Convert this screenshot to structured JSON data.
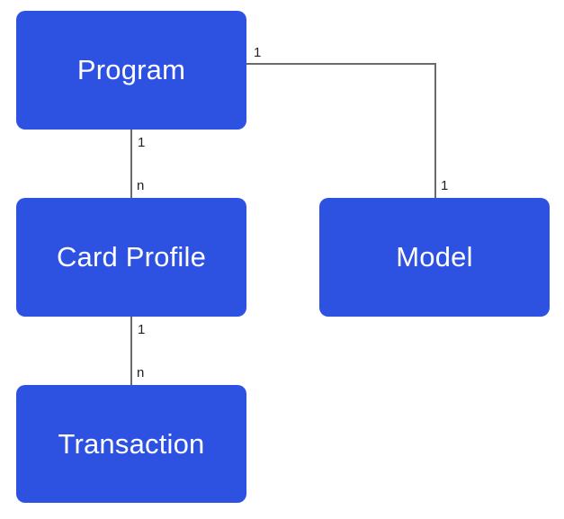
{
  "diagram": {
    "entities": {
      "program": "Program",
      "card_profile": "Card Profile",
      "transaction": "Transaction",
      "model": "Model"
    },
    "relationships": [
      {
        "from": "Program",
        "to": "Model",
        "from_cardinality": "1",
        "to_cardinality": "1"
      },
      {
        "from": "Program",
        "to": "Card Profile",
        "from_cardinality": "1",
        "to_cardinality": "n"
      },
      {
        "from": "Card Profile",
        "to": "Transaction",
        "from_cardinality": "1",
        "to_cardinality": "n"
      }
    ]
  },
  "colors": {
    "entity_fill": "#2d52e2",
    "entity_text": "#ffffff",
    "connector": "#6b6b6b",
    "cardinality_text": "#222222",
    "background": "#ffffff"
  }
}
